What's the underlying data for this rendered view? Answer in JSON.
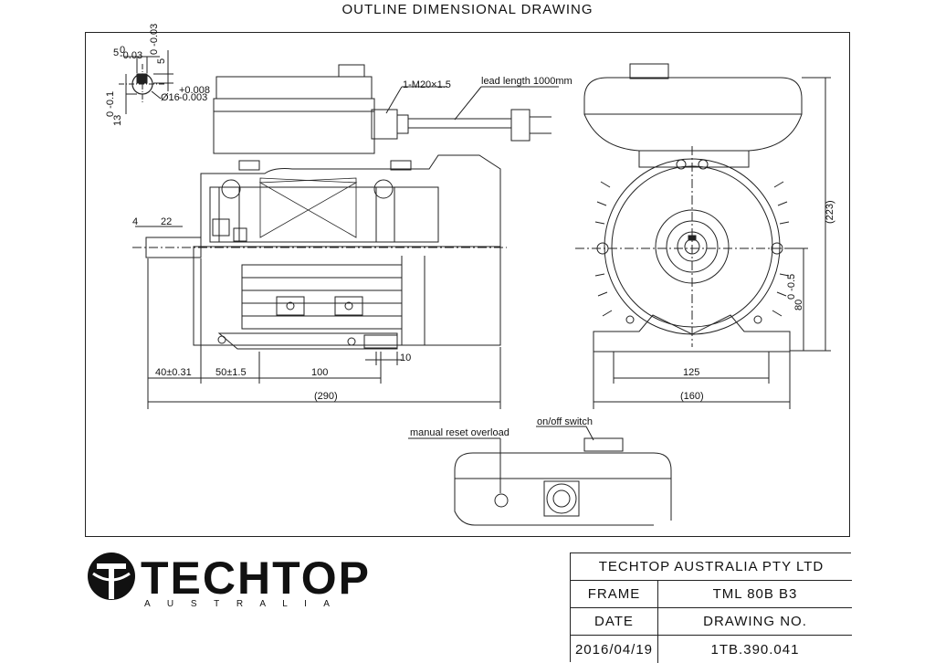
{
  "title": "OUTLINE DIMENSIONAL DRAWING",
  "dimensions": {
    "key_width": "5",
    "key_width_tol": "0\n-0.03",
    "key_depth": "5",
    "key_depth_tol": "0\n-0.03",
    "shaft_height": "13",
    "shaft_height_tol": "0\n-0.1",
    "shaft_dia": "Ø16",
    "shaft_dia_tol_upper": "+0.008",
    "shaft_dia_tol_lower": "-0.003",
    "gland": "1-M20×1.5",
    "lead": "lead length 1000mm",
    "d4": "4",
    "d22": "22",
    "d40": "40±0.31",
    "d50": "50±1.5",
    "d100": "100",
    "d10": "10",
    "d290": "(290)",
    "d125": "125",
    "d160": "(160)",
    "d223": "(223)",
    "d80": "80",
    "d80_tol": "0\n-0.5"
  },
  "labels": {
    "reset": "manual reset overload",
    "switch": "on/off switch"
  },
  "logo": {
    "name": "TECHTOP",
    "sub": "A U S T R A L I A"
  },
  "title_block": {
    "company": "TECHTOP AUSTRALIA PTY LTD",
    "frame_label": "FRAME",
    "frame_value": "TML 80B B3",
    "date_label": "DATE",
    "drawing_label": "DRAWING NO.",
    "date_value": "2016/04/19",
    "drawing_value": "1TB.390.041"
  }
}
